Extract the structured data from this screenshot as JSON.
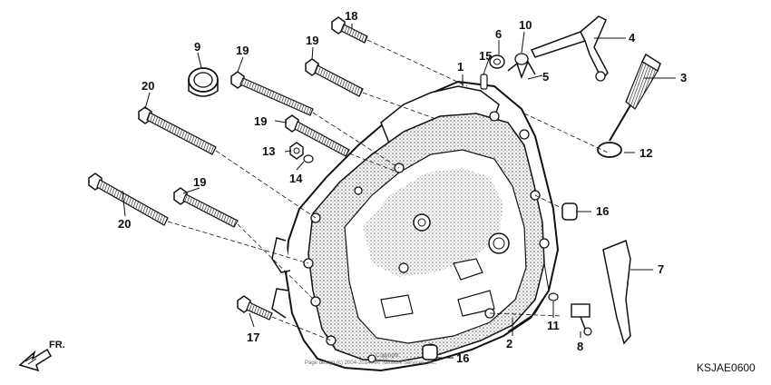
{
  "diagram_code": "KSJAE0600",
  "front_marker": "FR.",
  "copyright_line1": "Copyright",
  "copyright_line2": "Page design (c) 2004-2014 ARI Network Services, Inc.",
  "callouts": {
    "c1": "1",
    "c2": "2",
    "c3": "3",
    "c4": "4",
    "c5": "5",
    "c6": "6",
    "c7": "7",
    "c8": "8",
    "c9": "9",
    "c10": "10",
    "c11": "11",
    "c12": "12",
    "c13": "13",
    "c14": "14",
    "c15": "15",
    "c16a": "16",
    "c16b": "16",
    "c17": "17",
    "c18": "18",
    "c19a": "19",
    "c19b": "19",
    "c19c": "19",
    "c19d": "19",
    "c20a": "20",
    "c20b": "20"
  }
}
